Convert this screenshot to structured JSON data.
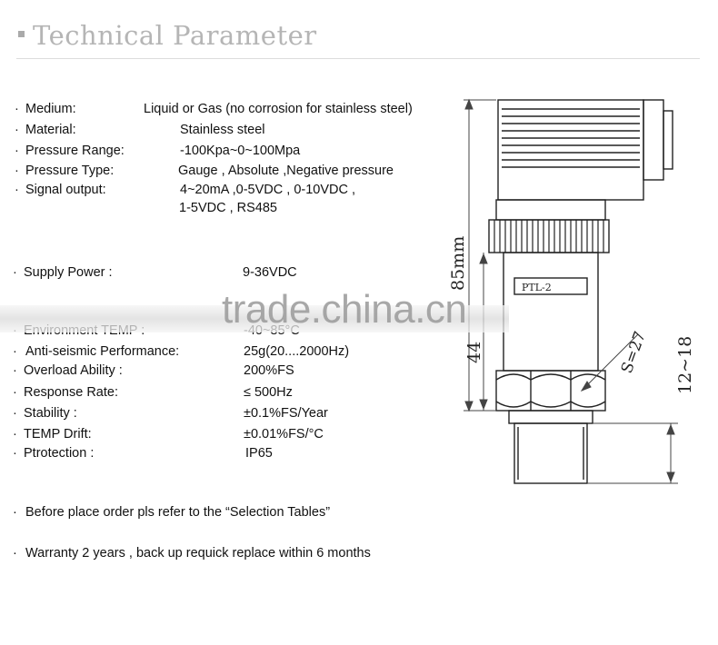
{
  "header": {
    "title": "Technical Parameter"
  },
  "bullet": "·",
  "specs_top": [
    {
      "label": "Medium:",
      "value": "Liquid or Gas (no corrosion for stainless steel)"
    },
    {
      "label": "Material:",
      "value": "Stainless steel"
    },
    {
      "label": "Pressure Range:",
      "value": "-100Kpa~0~100Mpa"
    },
    {
      "label": "Pressure Type:",
      "value": "Gauge , Absolute ,Negative pressure"
    },
    {
      "label": "Signal output:",
      "value": "4~20mA ,0-5VDC , 0-10VDC ,",
      "value2": "1-5VDC , RS485"
    }
  ],
  "specs_bottom": [
    {
      "label": "Supply Power :",
      "value": "9-36VDC"
    },
    {
      "label": "Environment TEMP :",
      "value": "-40~85°C"
    },
    {
      "label": "Anti-seismic Performance:",
      "value": "25g(20....2000Hz)"
    },
    {
      "label": "Overload Ability :",
      "value": "200%FS"
    },
    {
      "label": "Response Rate:",
      "value": "≤ 500Hz"
    },
    {
      "label": "Stability :",
      "value": "±0.1%FS/Year"
    },
    {
      "label": "TEMP Drift:",
      "value": "±0.01%FS/°C"
    },
    {
      "label": "Ptrotection :",
      "value": "IP65"
    }
  ],
  "notes": [
    "Before place order pls refer to the “Selection Tables”",
    "Warranty 2 years , back up requick replace within 6 months"
  ],
  "watermark": "trade.china.cn",
  "drawing": {
    "dim_total": "85mm",
    "dim_body": "44",
    "dim_hex": "S=27",
    "dim_thread": "12~18",
    "plate_text": "PTL-2"
  }
}
